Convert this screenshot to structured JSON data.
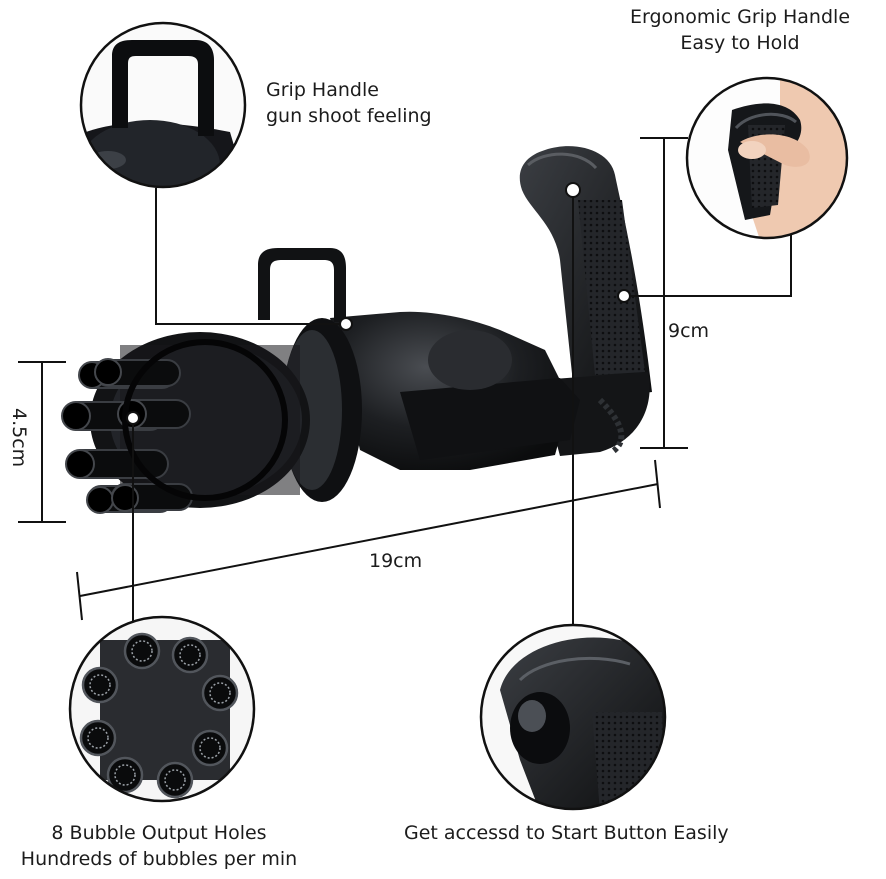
{
  "callouts": {
    "grip": {
      "line1": "Grip Handle",
      "line2": "gun shoot feeling"
    },
    "ergonomic": {
      "line1": "Ergonomic  Grip Handle",
      "line2": "Easy to Hold"
    },
    "holes": {
      "line1": "8 Bubble Output Holes",
      "line2": "Hundreds of bubbles per min"
    },
    "start": {
      "line1": "Get accessd to Start Button Easily"
    }
  },
  "dimensions": {
    "height_grip": "9cm",
    "barrel_height": "4.5cm",
    "length": "19cm"
  },
  "colors": {
    "toy_body": "#151618",
    "toy_highlight": "#3a3d42",
    "line": "#111111",
    "background": "#ffffff"
  }
}
